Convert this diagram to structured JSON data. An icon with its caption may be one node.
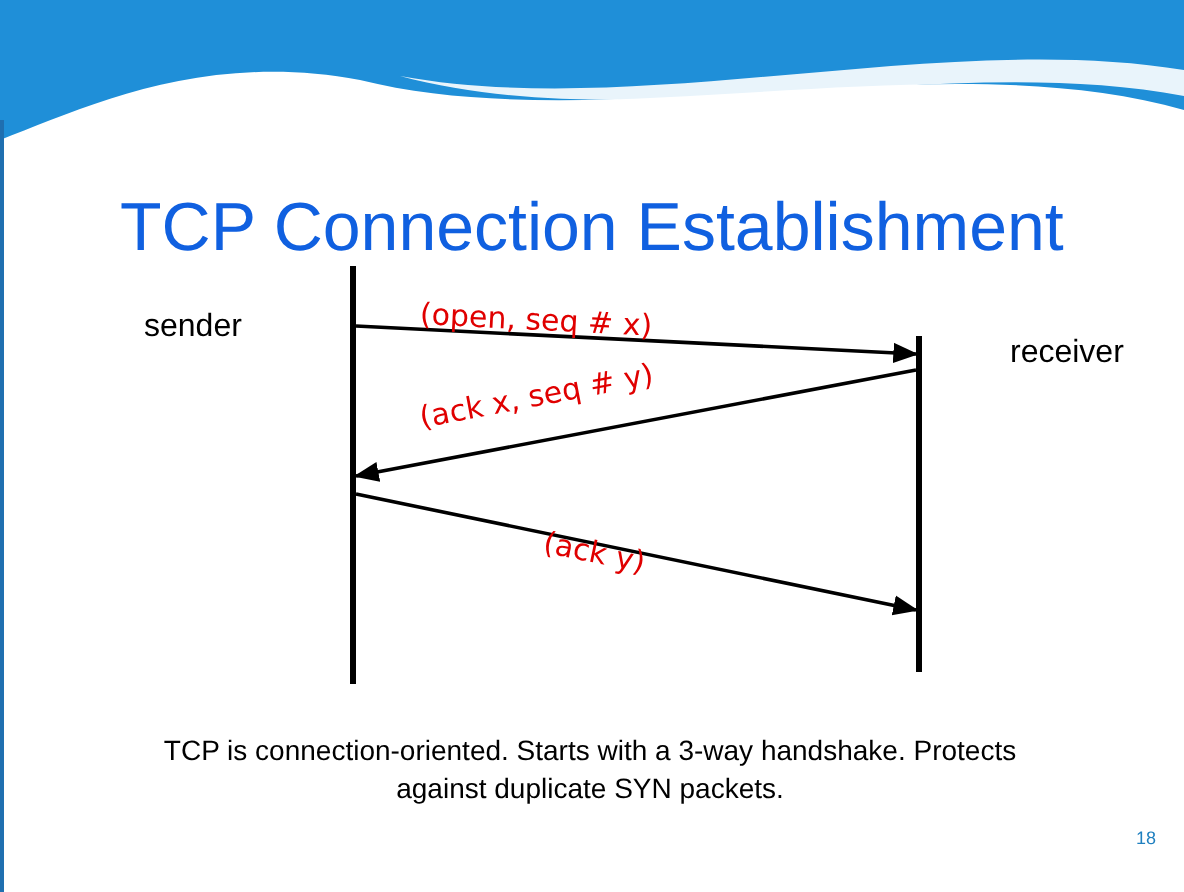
{
  "diagram": {
    "title": "TCP Connection Establishment",
    "nodes": [
      {
        "text": [
          "sender"
        ]
      },
      {
        "text": [
          "receiver"
        ]
      }
    ],
    "edges": [
      {
        "from": 0,
        "to": 1,
        "arrow": "to",
        "label": "(open, seq # x)"
      },
      {
        "from": 1,
        "to": 0,
        "arrow": "to",
        "label": "(ack x, seq # y)"
      },
      {
        "from": 0,
        "to": 1,
        "arrow": "to",
        "label": "(ack y)"
      }
    ],
    "caption": "TCP is connection-oriented. Starts with a 3-way handshake. Protects against duplicate SYN packets.",
    "labels": [
      "18"
    ]
  }
}
